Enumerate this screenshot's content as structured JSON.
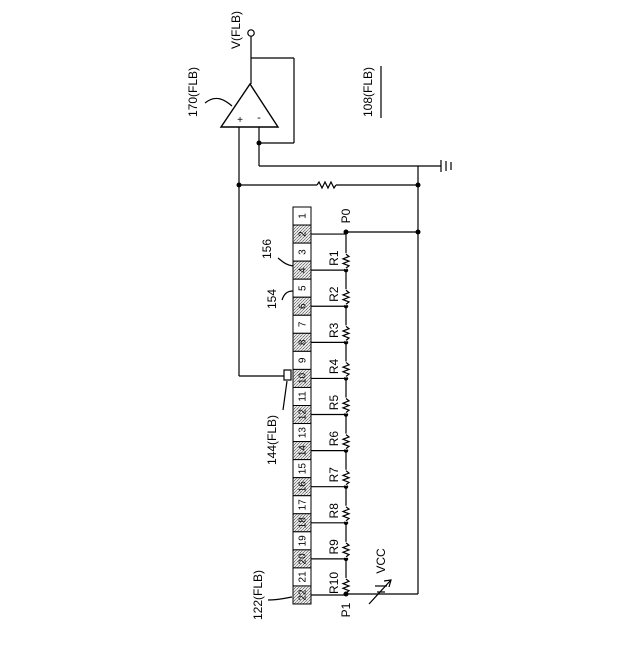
{
  "labels": {
    "v_flb": "V(FLB)",
    "amp_ref": "170(FLB)",
    "block_ref": "108(FLB)",
    "ref_156": "156",
    "ref_154": "154",
    "tap_ref": "144(FLB)",
    "strip_ref": "122(FLB)",
    "p0": "P0",
    "p1": "P1",
    "vcc": "VCC",
    "plus": "+",
    "minus": "-"
  },
  "resistors": [
    "R1",
    "R2",
    "R3",
    "R4",
    "R5",
    "R6",
    "R7",
    "R8",
    "R9",
    "R10"
  ],
  "cells": [
    "1",
    "2",
    "3",
    "4",
    "5",
    "6",
    "7",
    "8",
    "9",
    "10",
    "11",
    "12",
    "13",
    "14",
    "15",
    "16",
    "17",
    "18",
    "19",
    "20",
    "21",
    "22"
  ],
  "shaded_cells": [
    "2",
    "4",
    "6",
    "8",
    "10",
    "12",
    "14",
    "16",
    "18",
    "20",
    "22"
  ],
  "tapped_cell": "10"
}
